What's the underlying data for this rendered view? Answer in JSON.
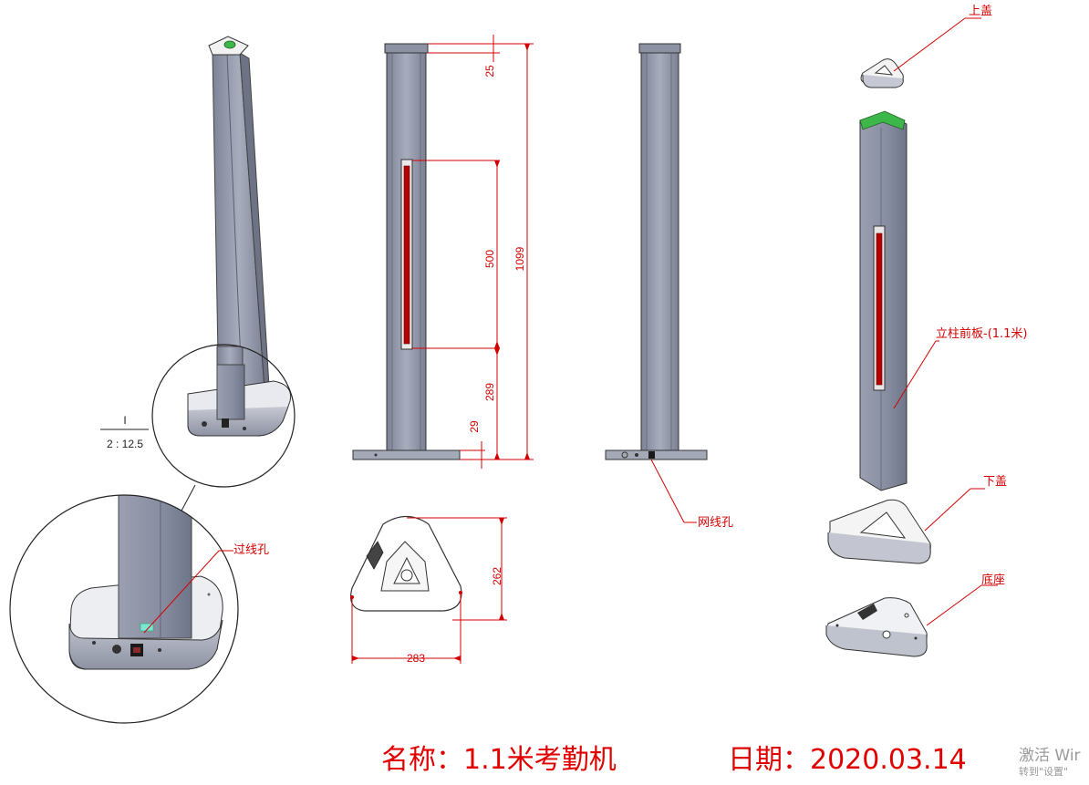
{
  "dimensions": {
    "top_offset": "25",
    "slot_length": "500",
    "total_height": "1099",
    "lower_offset": "289",
    "base_height": "29",
    "base_depth": "262",
    "base_width": "283"
  },
  "callouts": {
    "top_cover": "上盖",
    "front_panel": "立柱前板-(1.1米)",
    "bottom_cover": "下盖",
    "base": "底座",
    "network_hole": "网线孔",
    "wire_hole": "过线孔"
  },
  "detail": {
    "label": "I",
    "scale": "2 : 12.5"
  },
  "footer": {
    "name": "名称：1.1米考勤机",
    "date": "日期：2020.03.14"
  },
  "watermark": {
    "line1": "激活 Wir",
    "line2": "转到\"设置\""
  },
  "colors": {
    "annotation": "#d40000",
    "body": "#8e94a6",
    "accent_green": "#3cb84a",
    "slot_red": "#b40000"
  }
}
